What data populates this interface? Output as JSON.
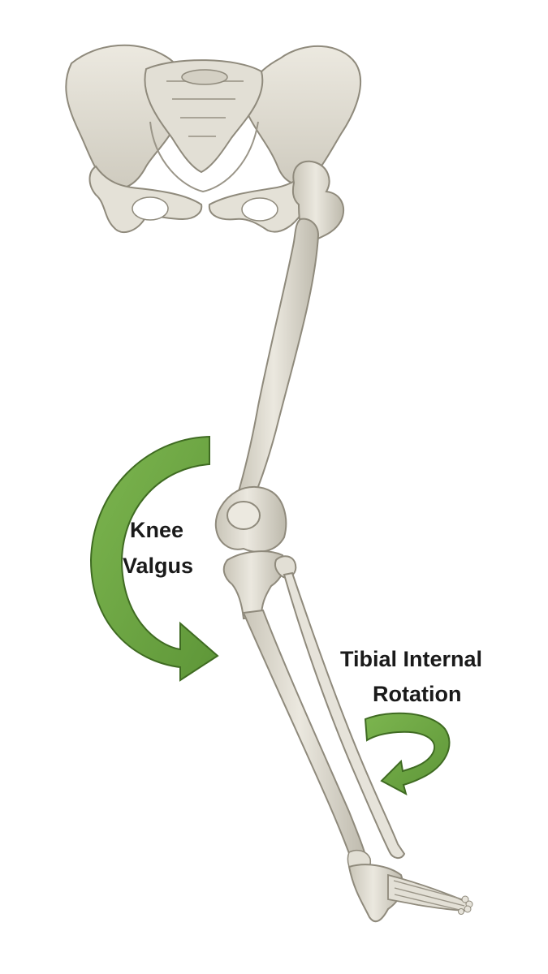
{
  "labels": {
    "knee_valgus_line1": "Knee",
    "knee_valgus_line2": "Valgus",
    "tibial_line1": "Tibial Internal",
    "tibial_line2": "Rotation"
  },
  "colors": {
    "background": "#ffffff",
    "bone_fill": "#e3e0d6",
    "bone_shadow": "#b9b5a8",
    "bone_outline": "#8f8a7c",
    "arrow_fill": "#6ea544",
    "arrow_outline": "#3f6b22",
    "label_text": "#1a1a1a"
  },
  "icons": {
    "knee_arrow": "curved-arrow-clockwise-icon",
    "tibia_arrow": "circular-rotation-arrow-icon"
  }
}
